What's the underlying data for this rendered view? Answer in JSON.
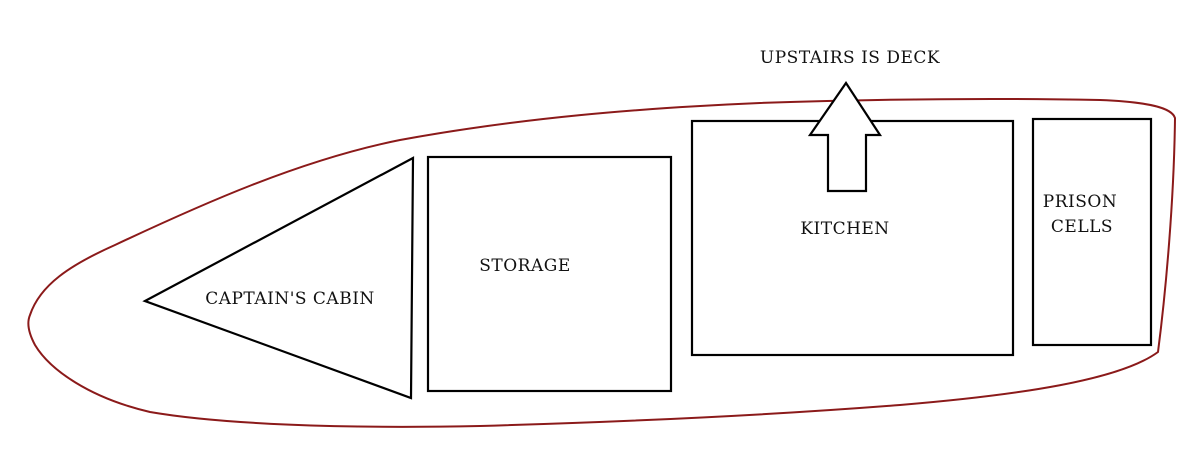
{
  "labels": {
    "upstairs": "UPSTAIRS IS DECK",
    "captains_cabin": "CAPTAIN'S CABIN",
    "storage": "STORAGE",
    "kitchen": "KITCHEN",
    "prison_line1": "PRISON",
    "prison_line2": "CELLS"
  },
  "colors": {
    "hull": "#8b1a1a",
    "outline": "#000000"
  }
}
